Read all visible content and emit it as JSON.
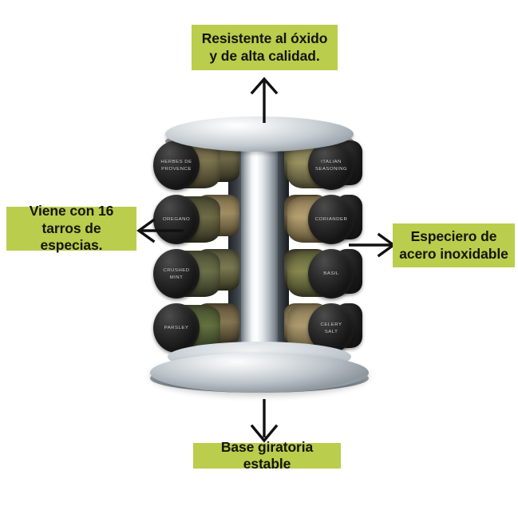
{
  "page": {
    "title": "Especiero giratorio de acero inoxidable con 16 tarros",
    "background_color": "#ffffff",
    "accent_color": "#bacd4c",
    "arrow_color": "#111111"
  },
  "callouts": [
    {
      "id": "top",
      "text": "Resistente al óxido\ny de alta calidad.",
      "arrow": "arrow-up",
      "position": "top"
    },
    {
      "id": "left",
      "text": "Viene con 16\ntarros de especias.",
      "arrow": "arrow-left",
      "position": "left"
    },
    {
      "id": "right",
      "text": "Especiero de\nacero inoxidable",
      "arrow": "arrow-right",
      "position": "right"
    },
    {
      "id": "bottom",
      "text": "Base giratoria estable",
      "arrow": "arrow-down",
      "position": "bottom"
    }
  ],
  "product": {
    "name": "spice-rack-carousel",
    "jar_count": 16,
    "tiers": 4,
    "jars_left": [
      {
        "label": "HERBES DE\nPROVENCE",
        "tier": 1,
        "fill": "f-herbs"
      },
      {
        "label": "OREGANO",
        "tier": 2,
        "fill": "f-oregano"
      },
      {
        "label": "CRUSHED\nMINT",
        "tier": 3,
        "fill": "f-mint"
      },
      {
        "label": "PARSLEY",
        "tier": 4,
        "fill": "f-parsley"
      }
    ],
    "jars_right": [
      {
        "label": "ITALIAN\nSEASONING",
        "tier": 1,
        "fill": "f-italian"
      },
      {
        "label": "CORIANDER",
        "tier": 2,
        "fill": "f-coriander"
      },
      {
        "label": "BASIL",
        "tier": 3,
        "fill": "f-basil"
      },
      {
        "label": "CELERY\nSALT",
        "tier": 4,
        "fill": "f-celery"
      }
    ]
  }
}
